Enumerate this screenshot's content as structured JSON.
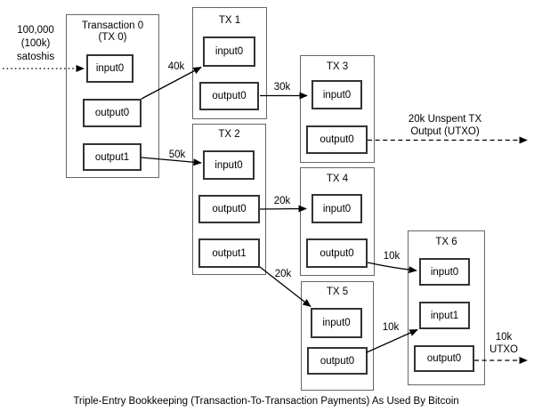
{
  "colors": {
    "background": "#ffffff",
    "line": "#000000",
    "outer_box_border": "#666666",
    "port_border": "#333333"
  },
  "source_note": {
    "lines": [
      "100,000",
      "(100k)",
      "satoshis"
    ]
  },
  "transactions": [
    {
      "id": "tx0",
      "title": "Transaction 0",
      "subtitle": "(TX 0)",
      "ports": [
        "input0",
        "output0",
        "output1"
      ]
    },
    {
      "id": "tx1",
      "title": "TX 1",
      "subtitle": "",
      "ports": [
        "input0",
        "output0"
      ]
    },
    {
      "id": "tx2",
      "title": "TX 2",
      "subtitle": "",
      "ports": [
        "input0",
        "output0",
        "output1"
      ]
    },
    {
      "id": "tx3",
      "title": "TX 3",
      "subtitle": "",
      "ports": [
        "input0",
        "output0"
      ]
    },
    {
      "id": "tx4",
      "title": "TX 4",
      "subtitle": "",
      "ports": [
        "input0",
        "output0"
      ]
    },
    {
      "id": "tx5",
      "title": "TX 5",
      "subtitle": "",
      "ports": [
        "input0",
        "output0"
      ]
    },
    {
      "id": "tx6",
      "title": "TX 6",
      "subtitle": "",
      "ports": [
        "input0",
        "input1",
        "output0"
      ]
    }
  ],
  "edges": [
    {
      "from": "source",
      "to": "tx0.input0",
      "label": "",
      "style": "dotted"
    },
    {
      "from": "tx0.output0",
      "to": "tx1.input0",
      "label": "40k",
      "style": "solid"
    },
    {
      "from": "tx0.output1",
      "to": "tx2.input0",
      "label": "50k",
      "style": "solid"
    },
    {
      "from": "tx1.output0",
      "to": "tx3.input0",
      "label": "30k",
      "style": "solid"
    },
    {
      "from": "tx2.output0",
      "to": "tx4.input0",
      "label": "20k",
      "style": "solid"
    },
    {
      "from": "tx2.output1",
      "to": "tx5.input0",
      "label": "20k",
      "style": "solid"
    },
    {
      "from": "tx4.output0",
      "to": "tx6.input0",
      "label": "10k",
      "style": "solid"
    },
    {
      "from": "tx5.output0",
      "to": "tx6.input1",
      "label": "10k",
      "style": "solid"
    }
  ],
  "utxo_notes": [
    {
      "from": "tx3.output0",
      "line1": "20k Unspent TX",
      "line2": "Output (UTXO)",
      "style": "dashed"
    },
    {
      "from": "tx6.output0",
      "line1": "10k",
      "line2": "UTXO",
      "style": "dashed"
    }
  ],
  "caption": "Triple-Entry Bookkeeping (Transaction-To-Transaction Payments) As Used By Bitcoin"
}
